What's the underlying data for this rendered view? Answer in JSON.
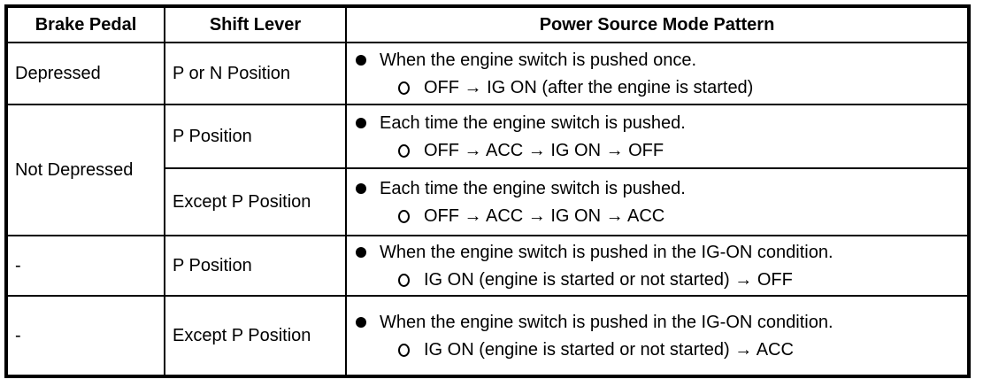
{
  "page": {
    "background_color": "#ffffff",
    "text_color": "#000000",
    "border_color": "#000000"
  },
  "table": {
    "headers": {
      "brake_pedal": "Brake Pedal",
      "shift_lever": "Shift Lever",
      "power_source_mode_pattern": "Power Source Mode Pattern"
    },
    "icons": {
      "main_bullet": "filled-circle",
      "sub_bullet": "open-circle"
    },
    "rows": [
      {
        "brake": "Depressed",
        "shift": "P or N Position",
        "main": "When the engine switch is pushed once.",
        "sub": "OFF → IG ON (after the engine is started)"
      },
      {
        "brake": "Not Depressed",
        "shift": "P Position",
        "main": "Each time the engine switch is pushed.",
        "sub": "OFF → ACC → IG ON → OFF"
      },
      {
        "shift": "Except P Position",
        "main": "Each time the engine switch is pushed.",
        "sub": "OFF → ACC → IG ON → ACC"
      },
      {
        "brake": "-",
        "shift": "P Position",
        "main": "When the engine switch is pushed in the IG-ON condition.",
        "sub": "IG ON (engine is started or not started) → OFF"
      },
      {
        "brake": "-",
        "shift": "Except P Position",
        "main": "When the engine switch is pushed in the IG-ON condition.",
        "sub": "IG ON (engine is started or not started) → ACC"
      }
    ]
  }
}
